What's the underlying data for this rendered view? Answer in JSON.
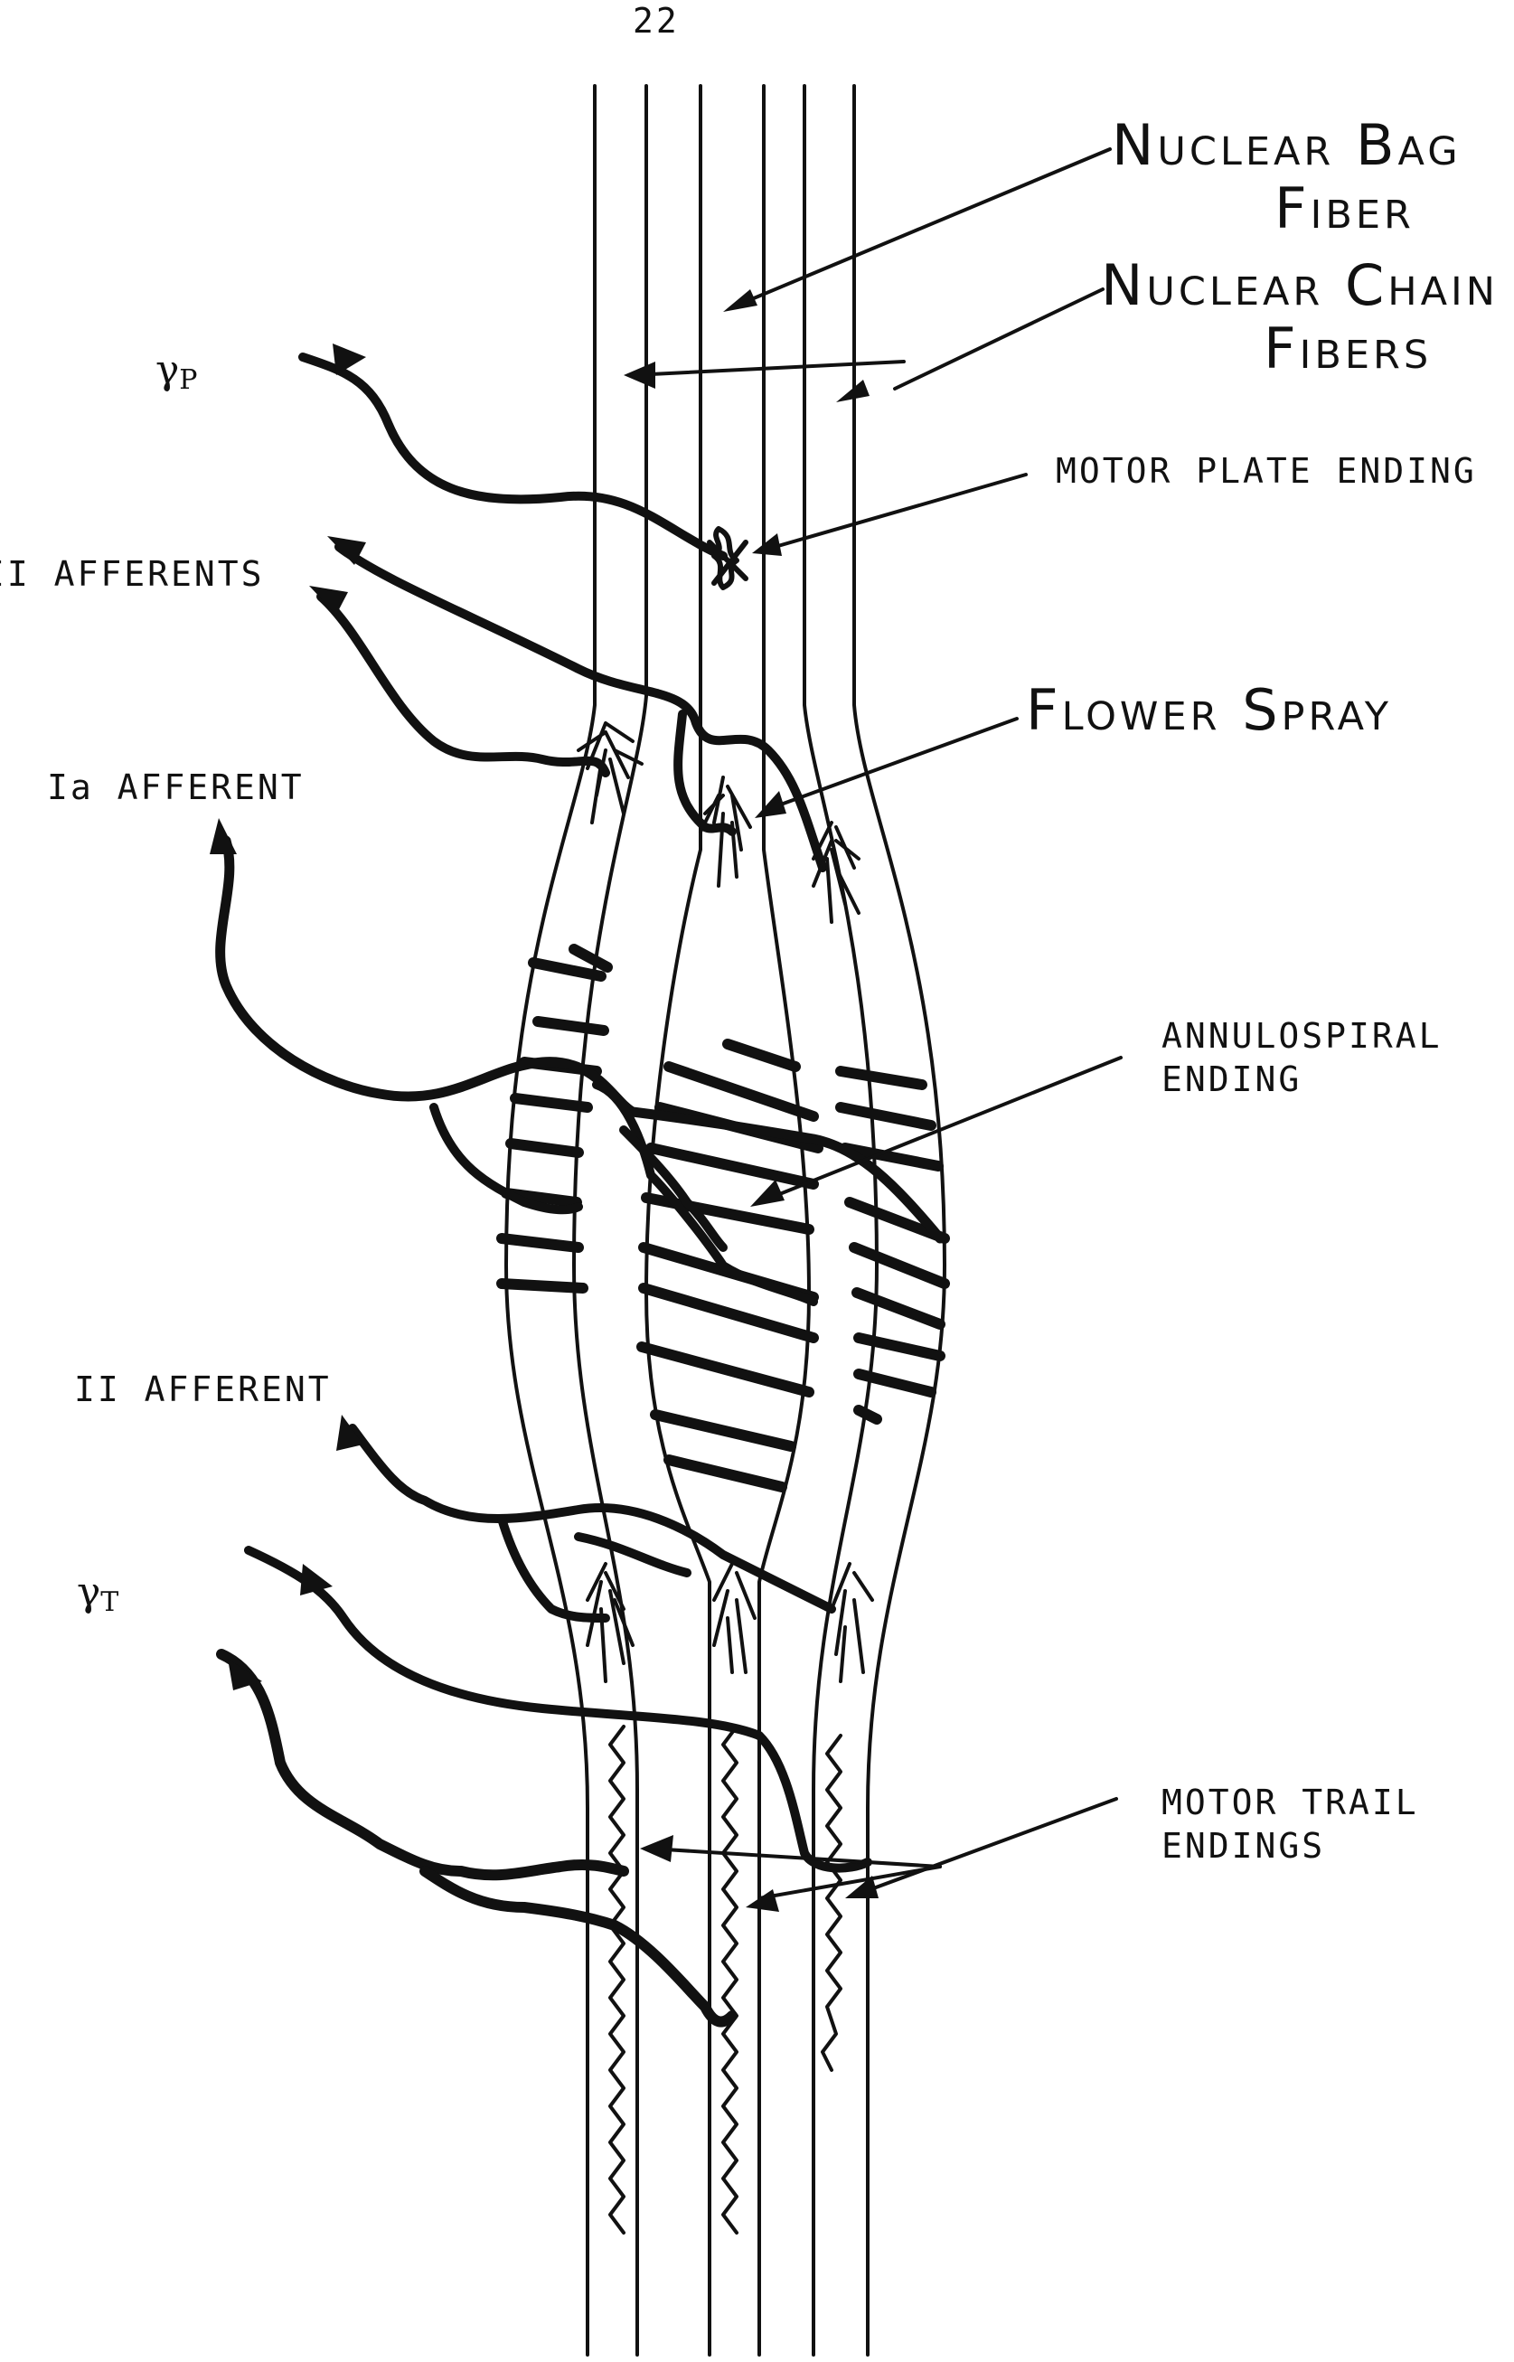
{
  "page_number": "22",
  "labels": {
    "nuclear_bag_fiber": [
      "Nuclear Bag",
      "Fiber"
    ],
    "nuclear_chain_fibers": [
      "Nuclear Chain",
      "Fibers"
    ],
    "gamma_p": {
      "symbol": "γ",
      "subscript": "P"
    },
    "motor_plate_ending": "MOTOR PLATE ENDING",
    "group_ii_afferents": "II AFFERENTS",
    "flower_spray": "Flower Spray",
    "ia_afferent": "Ia AFFERENT",
    "annulospiral_ending": [
      "ANNULOSPIRAL",
      "ENDING"
    ],
    "ii_afferent": "II AFFERENT",
    "gamma_t": {
      "symbol": "γ",
      "subscript": "T"
    },
    "motor_trail_endings": [
      "MOTOR TRAIL",
      "ENDINGS"
    ]
  },
  "colors": {
    "ink": "#111111",
    "paper": "#ffffff"
  }
}
